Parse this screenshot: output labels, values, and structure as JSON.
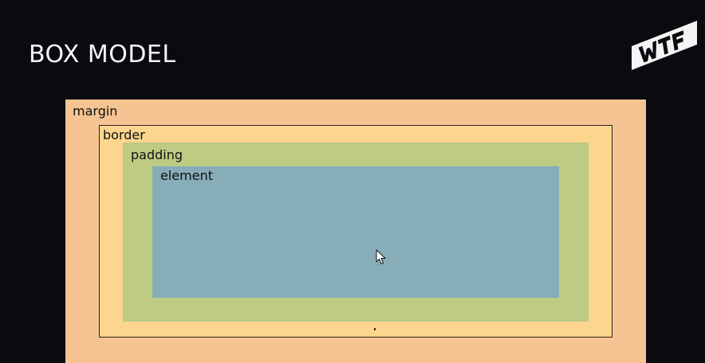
{
  "slide": {
    "title": "BOX MODEL"
  },
  "logo": {
    "text": "WTF",
    "icon": "wtf-logo"
  },
  "box_model": {
    "margin": {
      "label": "margin",
      "color": "#f6c492"
    },
    "border": {
      "label": "border",
      "color": "#fcd68e"
    },
    "padding": {
      "label": "padding",
      "color": "#bdcb83"
    },
    "element": {
      "label": "element",
      "color": "#87adb9"
    }
  },
  "cursor": {
    "icon": "mouse-pointer-icon"
  }
}
